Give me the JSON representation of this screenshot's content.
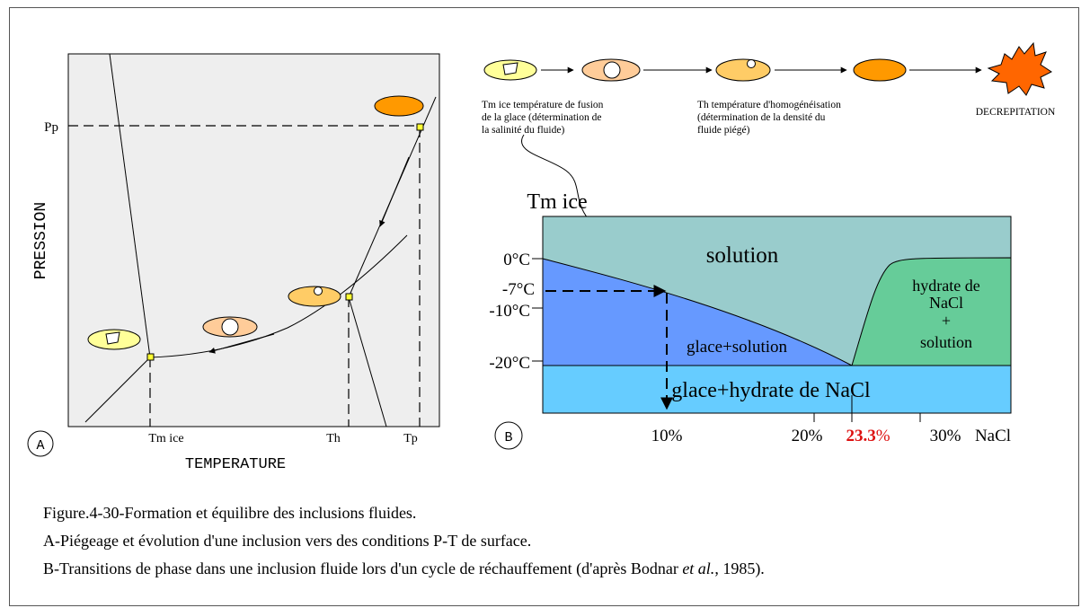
{
  "panel_a": {
    "letter": "A",
    "y_axis_label": "PRESSION",
    "x_axis_label": "TEMPERATURE",
    "pressure_tick": "Pp",
    "temperature_ticks": {
      "tm_ice": "Tm ice",
      "th": "Th",
      "tp": "Tp"
    }
  },
  "sequence": {
    "tm_ice_caption": [
      "Tm ice température de fusion",
      "de la glace (détermination de",
      "la salinité du fluide)"
    ],
    "th_caption": [
      "Th température d'homogénéisation",
      "(détermination de la densité du",
      "fluide piégé)"
    ],
    "decrepitation_label": "DECREPITATION"
  },
  "panel_b": {
    "letter": "B",
    "y_title": "Tm ice",
    "y_ticks": [
      "0°C",
      "-7°C",
      "-10°C",
      "-20°C"
    ],
    "x_ticks": [
      "10%",
      "20%",
      "30%"
    ],
    "x_unit": "NaCl",
    "eutectic_value": "23.3",
    "eutectic_suffix": "%",
    "regions": {
      "solution": "solution",
      "ice_solution": "glace+solution",
      "ice_hydrate": "glace+hydrate de NaCl",
      "hydrate_line1": "hydrate de",
      "hydrate_line2": "NaCl",
      "hydrate_line3": "+",
      "hydrate_line4": "solution"
    },
    "colors": {
      "solution": "#99cccc",
      "ice_solution": "#6699ff",
      "ice_hydrate": "#66ccff",
      "hydrate": "#66cc99",
      "eutectic_label": "#dd1111"
    }
  },
  "inclusion_colors": {
    "ice_stage": "#ffff99",
    "two_phase": "#ffcc99",
    "near_homog": "#ffcc66",
    "homogeneous": "#ff9900",
    "decrepitated": "#ff6600"
  },
  "caption": {
    "line1": "Figure.4-30-Formation et équilibre des inclusions fluides.",
    "line2": "A-Piégeage et évolution d'une inclusion vers des conditions P-T de surface.",
    "line3_before": "B-Transitions de phase dans une inclusion fluide lors d'un cycle de réchauffement (d'après Bodnar ",
    "line3_italic": "et al.",
    "line3_after": ", 1985)."
  }
}
